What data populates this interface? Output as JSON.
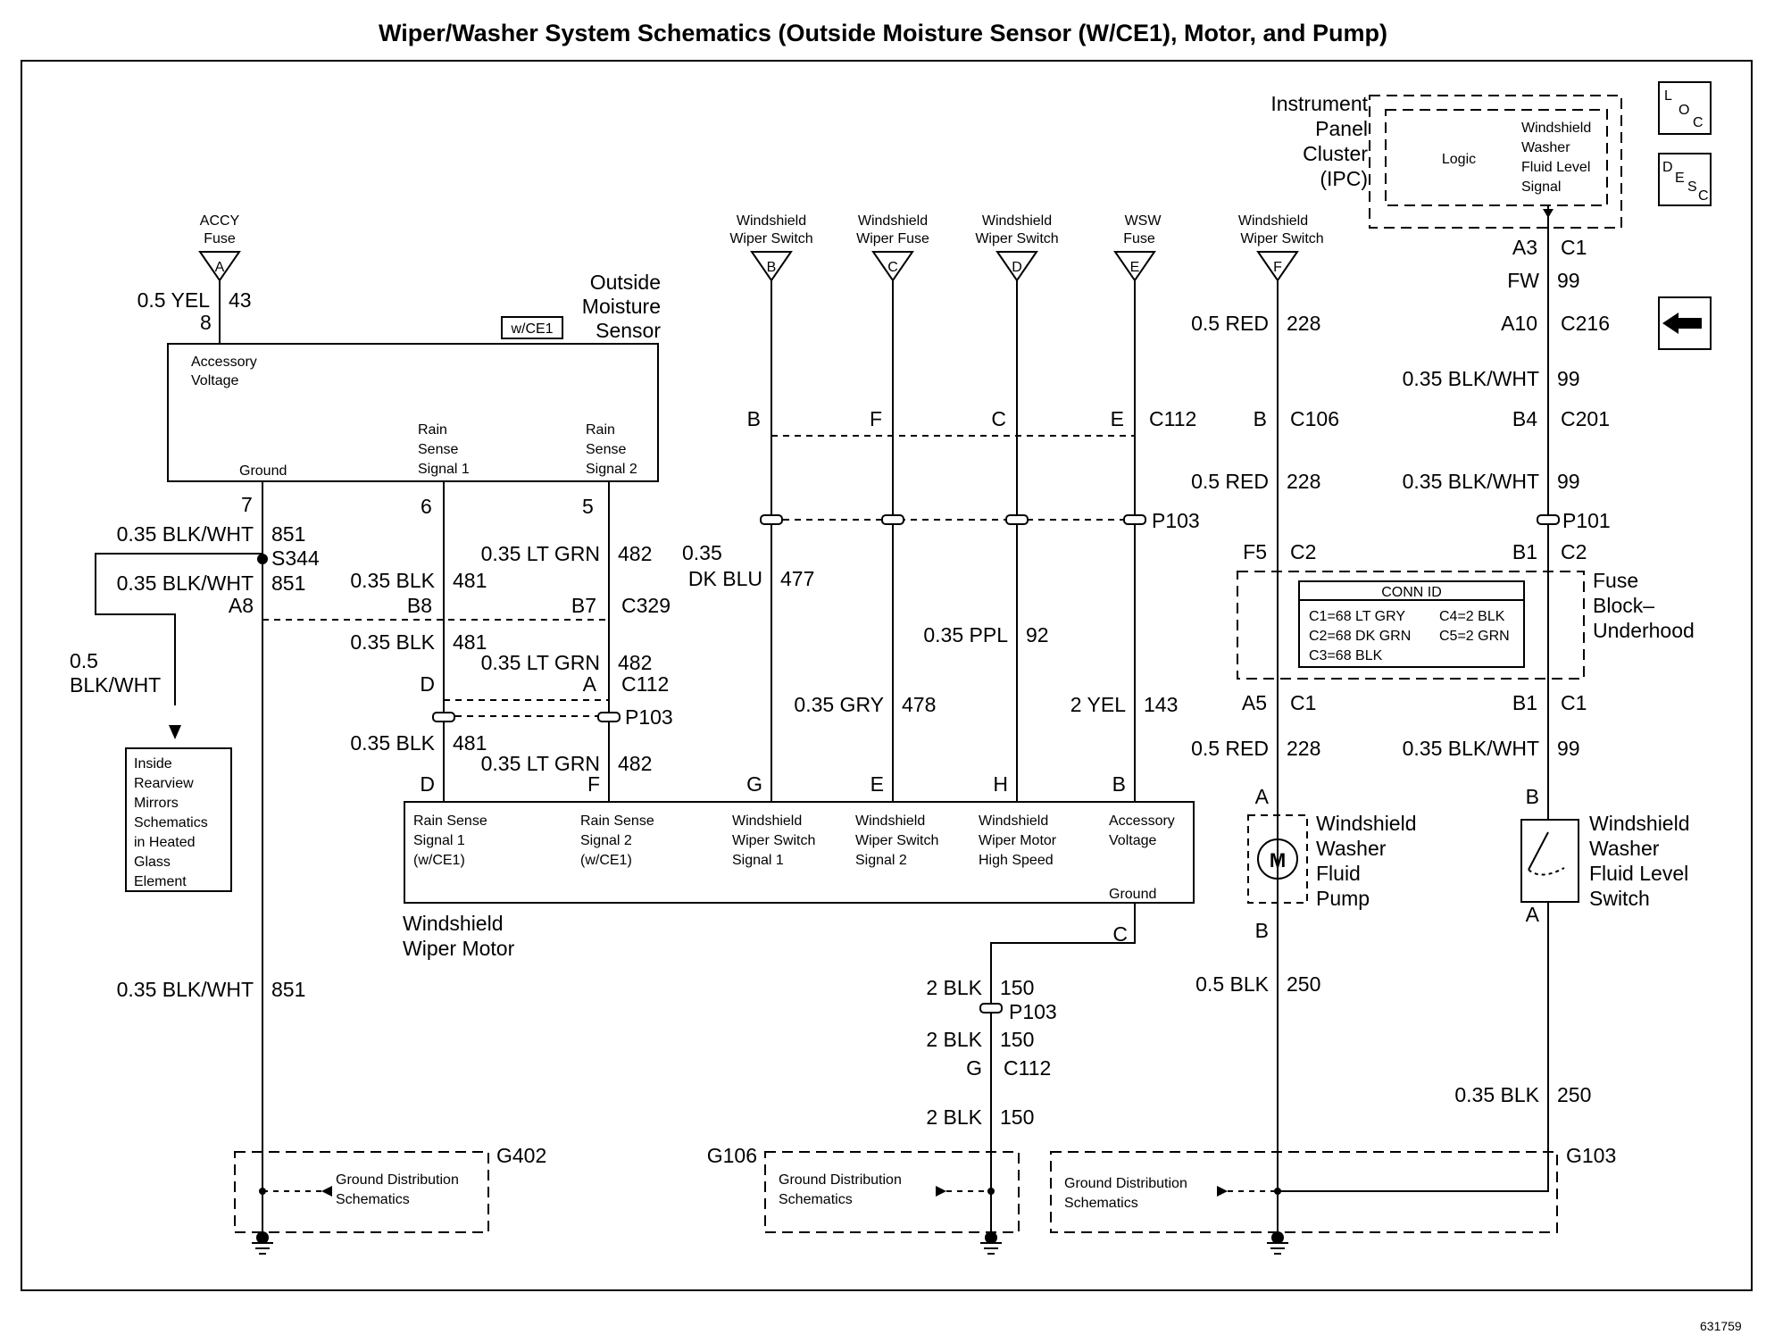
{
  "title": "Wiper/Washer System Schematics (Outside Moisture Sensor (W/CE1), Motor, and Pump)",
  "figure_number": "631759",
  "icons": {
    "loc": "location-icon",
    "desc": "description-icon",
    "back": "back-arrow-icon"
  },
  "fuses": [
    {
      "name": "ACCY Fuse",
      "line1": "ACCY",
      "line2": "Fuse",
      "letter": "A"
    },
    {
      "name": "Windshield Wiper Switch",
      "line1": "Windshield",
      "line2": "Wiper Switch",
      "letter": "B"
    },
    {
      "name": "Windshield Wiper Fuse",
      "line1": "Windshield",
      "line2": "Wiper Fuse",
      "letter": "C"
    },
    {
      "name": "Windshield Wiper Switch",
      "line1": "Windshield",
      "line2": "Wiper Switch",
      "letter": "D"
    },
    {
      "name": "WSW Fuse",
      "line1": "WSW",
      "line2": "Fuse",
      "letter": "E"
    },
    {
      "name": "Windshield Wiper Switch",
      "line1": "Windshield",
      "line2": "Wiper Switch",
      "letter": "F"
    }
  ],
  "sensor": {
    "title": [
      "Outside",
      "Moisture",
      "Sensor"
    ],
    "option": "w/CE1",
    "accessory": [
      "Accessory",
      "Voltage"
    ],
    "rain1": [
      "Rain",
      "Sense",
      "Signal 1"
    ],
    "rain2": [
      "Rain",
      "Sense",
      "Signal 2"
    ],
    "ground": "Ground",
    "pins": {
      "accessory": "8",
      "ground": "7",
      "rain1": "6",
      "rain2": "5"
    }
  },
  "ipc": {
    "title": [
      "Instrument",
      "Panel",
      "Cluster",
      "(IPC)"
    ],
    "logic": "Logic",
    "signal": [
      "Windshield",
      "Washer",
      "Fluid Level",
      "Signal"
    ]
  },
  "motor": {
    "title": [
      "Windshield",
      "Wiper Motor"
    ],
    "terminals": [
      {
        "pin": "D",
        "label": [
          "Rain Sense",
          "Signal 1",
          "(w/CE1)"
        ]
      },
      {
        "pin": "F",
        "label": [
          "Rain Sense",
          "Signal 2",
          "(w/CE1)"
        ]
      },
      {
        "pin": "G",
        "label": [
          "Windshield",
          "Wiper Switch",
          "Signal 1"
        ]
      },
      {
        "pin": "E",
        "label": [
          "Windshield",
          "Wiper Switch",
          "Signal 2"
        ]
      },
      {
        "pin": "H",
        "label": [
          "Windshield",
          "Wiper Motor",
          "High Speed"
        ]
      },
      {
        "pin": "B",
        "label": [
          "Accessory",
          "Voltage"
        ]
      }
    ],
    "ground": "Ground",
    "ground_pin": "C"
  },
  "fuse_block": {
    "title": [
      "Fuse",
      "Block–",
      "Underhood"
    ],
    "conn_id": "CONN ID",
    "connectors": [
      "C1=68 LT GRY",
      "C4=2 BLK",
      "C2=68 DK GRN",
      "C5=2 GRN",
      "C3=68 BLK"
    ]
  },
  "pump": {
    "title": [
      "Windshield",
      "Washer",
      "Fluid",
      "Pump"
    ],
    "symbol": "M",
    "pin_a": "A",
    "pin_b": "B"
  },
  "level_switch": {
    "title": [
      "Windshield",
      "Washer",
      "Fluid Level",
      "Switch"
    ],
    "pin_a": "A",
    "pin_b": "B"
  },
  "mirror_box": [
    "Inside",
    "Rearview",
    "Mirrors",
    "Schematics",
    "in Heated",
    "Glass",
    "Element"
  ],
  "grounds": [
    {
      "id": "G402",
      "text": [
        "Ground Distribution",
        "Schematics"
      ]
    },
    {
      "id": "G106",
      "text": [
        "Ground Distribution",
        "Schematics"
      ]
    },
    {
      "id": "G103",
      "text": [
        "Ground Distribution",
        "Schematics"
      ]
    }
  ],
  "wires": {
    "accy": {
      "gauge": "0.5 YEL",
      "circuit": "43"
    },
    "gnd_sensor": {
      "gauge": "0.35 BLK/WHT",
      "circuit": "851"
    },
    "splice": "S344",
    "gnd_sensor2": {
      "gauge": "0.35 BLK/WHT",
      "circuit": "851"
    },
    "mirror": {
      "gauge1": "0.5",
      "gauge2": "BLK/WHT"
    },
    "gnd_lower": {
      "gauge": "0.35 BLK/WHT",
      "circuit": "851"
    },
    "rain1_a": {
      "gauge": "0.35 BLK",
      "circuit": "481"
    },
    "rain1_b": {
      "gauge": "0.35 BLK",
      "circuit": "481"
    },
    "rain1_c": {
      "gauge": "0.35 BLK",
      "circuit": "481"
    },
    "rain2_a": {
      "gauge": "0.35 LT GRN",
      "circuit": "482"
    },
    "rain2_b": {
      "gauge": "0.35 LT GRN",
      "circuit": "482"
    },
    "rain2_c": {
      "gauge": "0.35 LT GRN",
      "circuit": "482"
    },
    "dkblu": {
      "gauge1": "0.35",
      "gauge2": "DK BLU",
      "circuit": "477"
    },
    "gry": {
      "gauge": "0.35 GRY",
      "circuit": "478"
    },
    "ppl": {
      "gauge": "0.35 PPL",
      "circuit": "92"
    },
    "yel": {
      "gauge": "2 YEL",
      "circuit": "143"
    },
    "red1": {
      "gauge": "0.5 RED",
      "circuit": "228"
    },
    "red2": {
      "gauge": "0.5 RED",
      "circuit": "228"
    },
    "red3": {
      "gauge": "0.5 RED",
      "circuit": "228"
    },
    "fw": {
      "gauge": "FW",
      "circuit": "99"
    },
    "bw1": {
      "gauge": "0.35 BLK/WHT",
      "circuit": "99"
    },
    "bw2": {
      "gauge": "0.35 BLK/WHT",
      "circuit": "99"
    },
    "bw3": {
      "gauge": "0.35 BLK/WHT",
      "circuit": "99"
    },
    "blk150a": {
      "gauge": "2 BLK",
      "circuit": "150"
    },
    "blk150b": {
      "gauge": "2 BLK",
      "circuit": "150"
    },
    "blk150c": {
      "gauge": "2 BLK",
      "circuit": "150"
    },
    "blk250a": {
      "gauge": "0.5 BLK",
      "circuit": "250"
    },
    "blk250b": {
      "gauge": "0.35 BLK",
      "circuit": "250"
    }
  },
  "connectors": {
    "c329": {
      "name": "C329",
      "pins": [
        "A8",
        "B8",
        "B7"
      ]
    },
    "c112_left": {
      "name": "C112",
      "pins": [
        "D",
        "A"
      ]
    },
    "p103_left": "P103",
    "c112_top": {
      "name": "C112",
      "pins": [
        "B",
        "F",
        "C",
        "E"
      ]
    },
    "p103_top": "P103",
    "c112_bottom": {
      "name": "C112",
      "pin": "G"
    },
    "p103_bottom": "P103",
    "c106": {
      "name": "C106",
      "pin": "B"
    },
    "c2_left": {
      "name": "C2",
      "pin": "F5"
    },
    "c1_left": {
      "name": "C1",
      "pin": "A5"
    },
    "ipc_c1": {
      "name": "C1",
      "pin": "A3"
    },
    "c216": {
      "name": "C216",
      "pin": "A10"
    },
    "c201": {
      "name": "C201",
      "pin": "B4"
    },
    "p101": "P101",
    "c2_right": {
      "name": "C2",
      "pin": "B1"
    },
    "c1_right": {
      "name": "C1",
      "pin": "B1"
    }
  }
}
